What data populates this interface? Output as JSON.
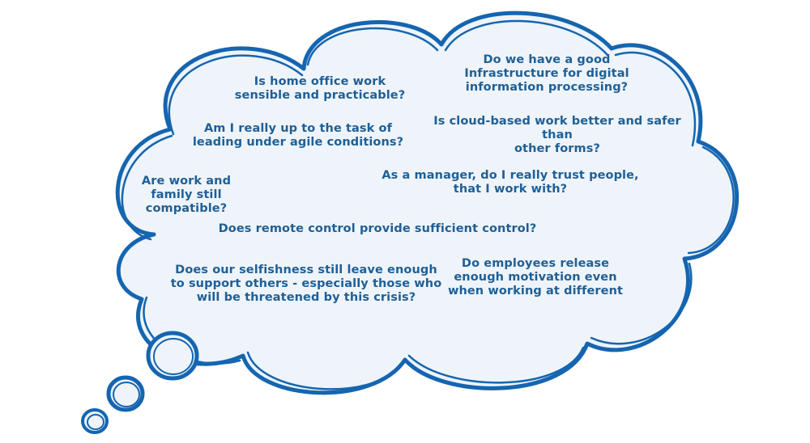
{
  "colors": {
    "outline": "#1565b0",
    "fill": "#eef4fa",
    "text": "#1f5f96"
  },
  "questions": {
    "home_office": "Is home office work\nsensible and practicable?",
    "infrastructure": "Do we have a good\nInfrastructure for digital\ninformation processing?",
    "agile": "Am I really up to the task of\nleading under agile conditions?",
    "cloud_work": "Is cloud-based work better and safer than\nother forms?",
    "work_family": "Are work and\nfamily still\ncompatible?",
    "trust": "As a manager, do I really trust people,\nthat I work with?",
    "remote_control": "Does remote control provide sufficient control?",
    "selfishness": "Does our selfishness still leave enough\nto support others - especially those who\nwill be threatened by this crisis?",
    "motivation": "Do employees release\nenough motivation even\nwhen working at different"
  }
}
